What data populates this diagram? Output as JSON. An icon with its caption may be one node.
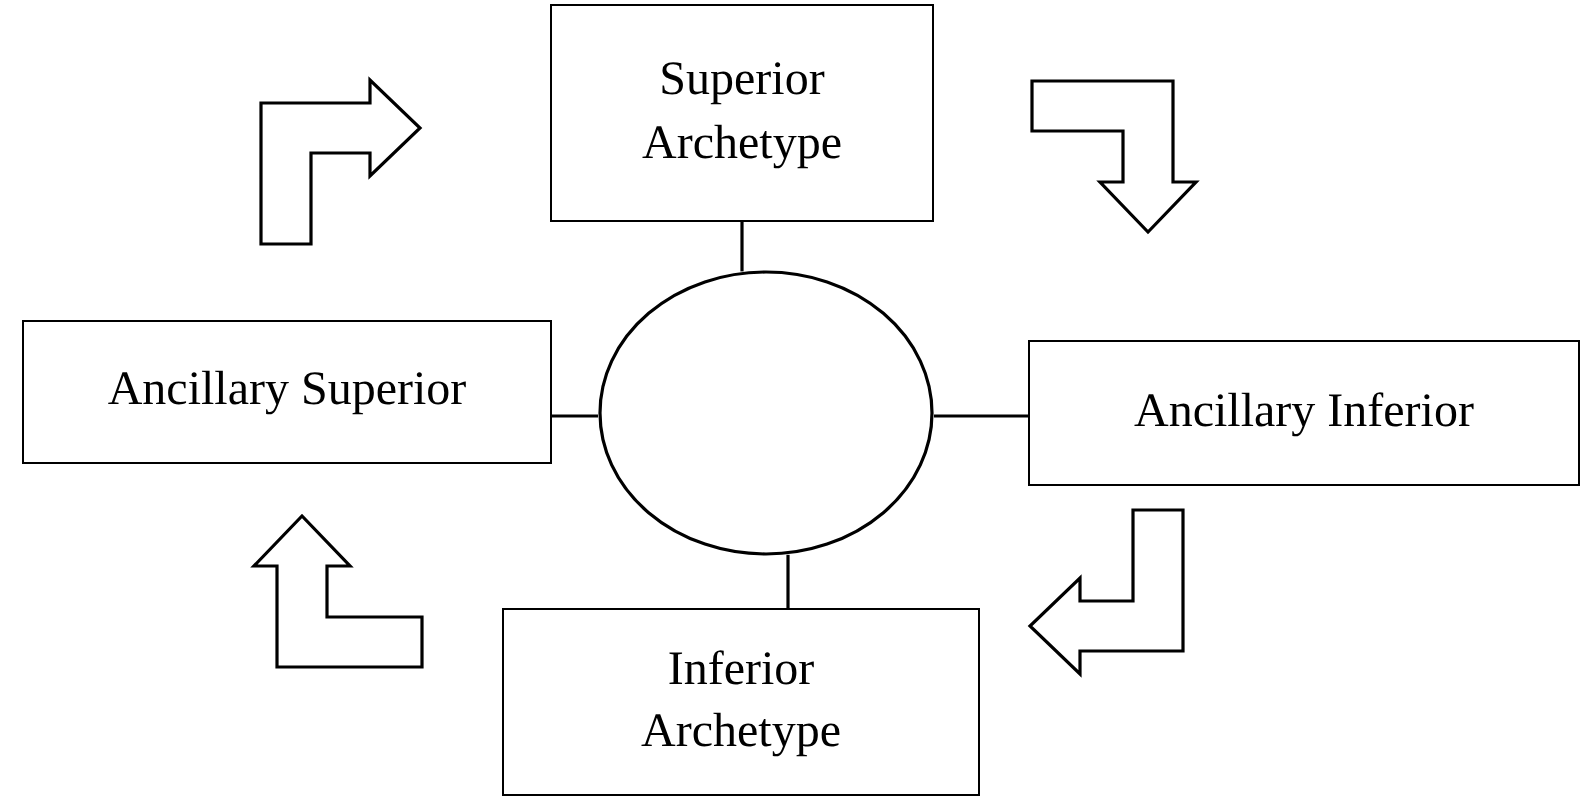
{
  "diagram": {
    "nodes": [
      {
        "text": [
          "Superior Archetype"
        ]
      },
      {
        "text": [
          "Ancillary Superior"
        ]
      },
      {
        "text": [],
        "shape": "circle"
      },
      {
        "text": [
          "Ancillary Inferior"
        ]
      },
      {
        "text": [
          "Inferior Archetype"
        ]
      }
    ],
    "edges": [
      {
        "from": 1,
        "to": 0,
        "arrow": "to",
        "style": "thick"
      },
      {
        "from": 0,
        "to": 3,
        "arrow": "to",
        "style": "thick"
      },
      {
        "from": 3,
        "to": 4,
        "arrow": "to",
        "style": "thick"
      },
      {
        "from": 4,
        "to": 1,
        "arrow": "to",
        "style": "thick"
      },
      {
        "from": 2,
        "to": 0,
        "arrow": "none"
      },
      {
        "from": 2,
        "to": 1,
        "arrow": "none"
      },
      {
        "from": 2,
        "to": 3,
        "arrow": "none"
      },
      {
        "from": 2,
        "to": 4,
        "arrow": "none"
      }
    ]
  }
}
